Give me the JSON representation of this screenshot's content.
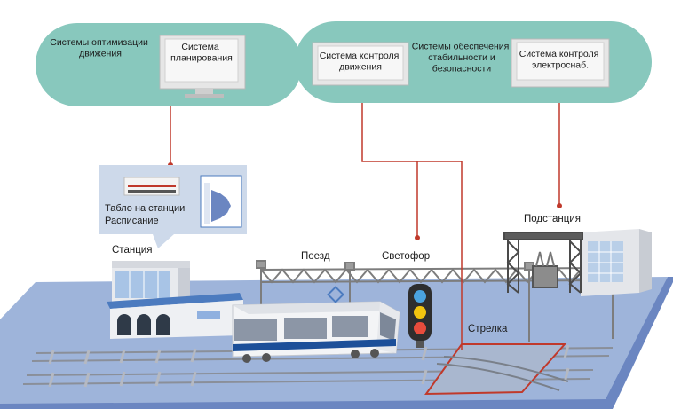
{
  "systems": {
    "optimization": "Системы оптимизации движения",
    "planning": "Система планирования",
    "traffic_control": "Система контроля движения",
    "stability": "Системы обеспечения стабильности и безопасности",
    "power_control": "Система контроля электроснаб."
  },
  "objects": {
    "station_board": "Табло на станции",
    "schedule": "Расписание",
    "station": "Станция",
    "train": "Поезд",
    "signal": "Светофор",
    "substation": "Подстанция",
    "switch": "Стрелка"
  },
  "colors": {
    "cloud": "#88c8bd",
    "platform_top": "#9eb4da",
    "platform_front": "#6b86c1",
    "connector": "#c0392b",
    "monitor": "#e6e6e6"
  }
}
